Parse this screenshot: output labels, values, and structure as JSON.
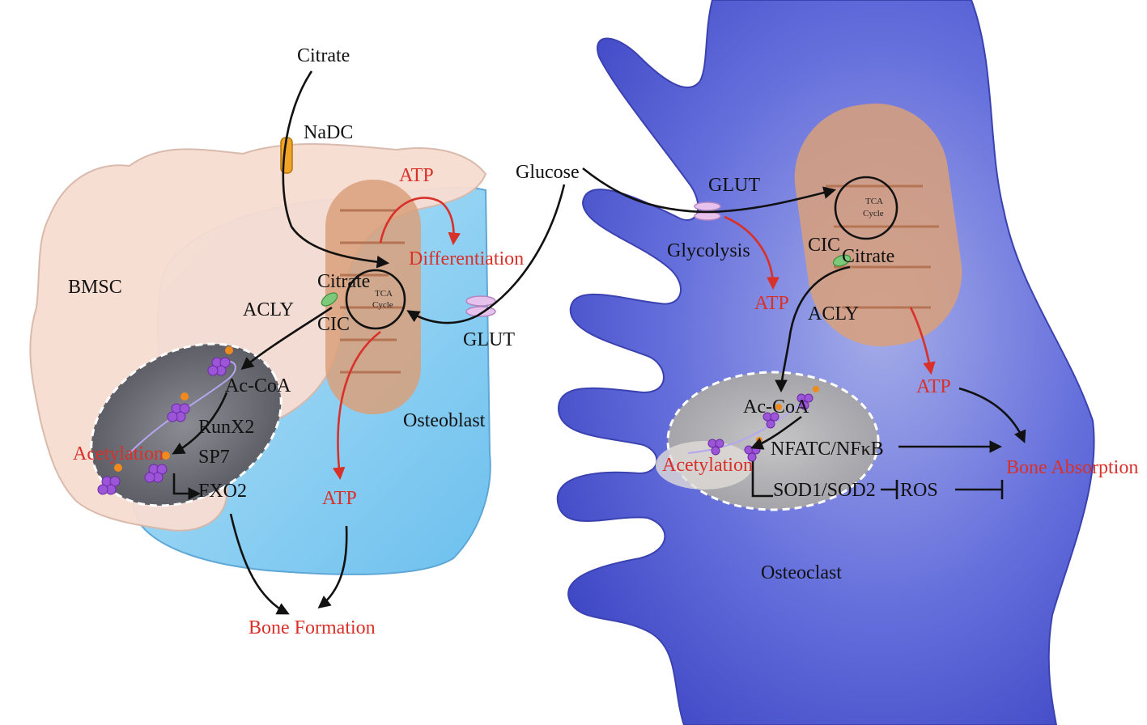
{
  "left": {
    "citrate_top": "Citrate",
    "nadc": "NaDC",
    "atp_top": "ATP",
    "differentiation": "Differentiation",
    "bmsc": "BMSC",
    "citrate_mito": "Citrate",
    "tca_line1": "TCA",
    "tca_line2": "Cycle",
    "acly": "ACLY",
    "cic": "CIC",
    "glut": "GLUT",
    "ac_coa": "Ac-CoA",
    "runx2": "RunX2",
    "sp7": "SP7",
    "fxo2": "FXO2",
    "acetylation": "Acetylation",
    "osteoblast": "Osteoblast",
    "atp_bottom": "ATP",
    "bone_formation": "Bone Formation"
  },
  "center": {
    "glucose": "Glucose"
  },
  "right": {
    "glut": "GLUT",
    "tca_line1": "TCA",
    "tca_line2": "Cycle",
    "glycolysis": "Glycolysis",
    "cic": "CIC",
    "citrate": "Citrate",
    "atp_glyco": "ATP",
    "acly": "ACLY",
    "atp_mito": "ATP",
    "ac_coa": "Ac-CoA",
    "nfatc": "NFATC/NFκB",
    "acetylation": "Acetylation",
    "sod": "SOD1/SOD2",
    "ros": "ROS",
    "bone_absorption": "Bone Absorption",
    "osteoclast": "Osteoclast"
  },
  "colors": {
    "label_black": "#111111",
    "label_red": "#d9302a",
    "bmsc_fill": "#f7ddd2",
    "osteoblast_fill": "#8fd0f2",
    "osteoclast_fill": "#5a66d8",
    "mitochondria": "#d9a07a",
    "nucleus": "#6f6f78"
  }
}
